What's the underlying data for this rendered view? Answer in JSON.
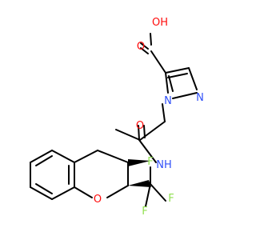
{
  "molecule": {
    "colors": {
      "bond": "#000000",
      "oxygen": "#ff0d0d",
      "nitrogen": "#3050f8",
      "fluorine": "#90e050",
      "background": "#ffffff"
    },
    "labels": {
      "carboxyl_oh": "OH",
      "carboxyl_o": "O",
      "pyrazole_n1": "N",
      "pyrazole_n2": "N",
      "amide_o": "O",
      "amide_nh": "NH",
      "ring_o": "O",
      "f_top": "F",
      "f_left": "F",
      "f_right": "F"
    }
  }
}
